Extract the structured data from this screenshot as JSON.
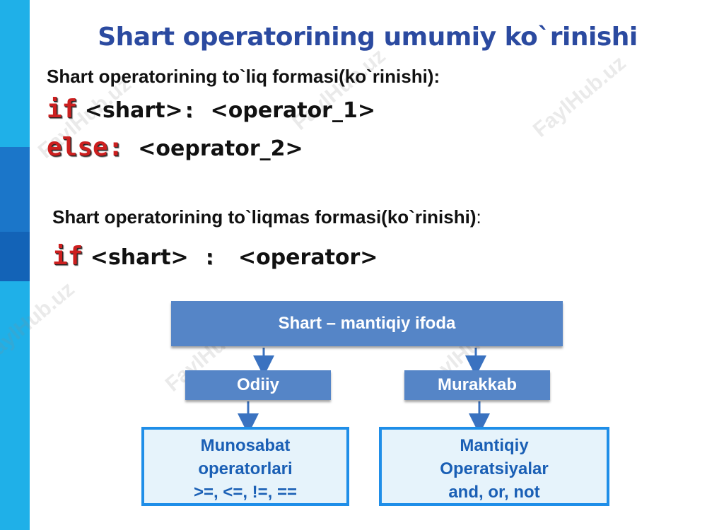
{
  "title": "Shart operatorining umumiy ko`rinishi",
  "full_form": {
    "heading": "Shart operatorining to`liq formasi(ko`rinishi):",
    "line1": {
      "keyword": "if",
      "condition": " <shart>",
      "colon": ":",
      "operator": "  <operator_1>"
    },
    "line2": {
      "keyword": "else:",
      "operator": "  <oeprator_2>"
    }
  },
  "short_form": {
    "heading": "Shart operatorining to`liqmas formasi(ko`rinishi)",
    "heading_colon": ":",
    "line1": {
      "keyword": "if",
      "condition": " <shart>  ",
      "colon": ":",
      "operator": "   <operator>"
    }
  },
  "diagram": {
    "root": "Shart – mantiqiy ifoda",
    "left": {
      "label": "Odiiy",
      "detail": [
        "Munosabat",
        "operatorlari",
        ">=, <=, !=, =="
      ]
    },
    "right": {
      "label": "Murakkab",
      "detail": [
        "Mantiqiy",
        "Operatsiyalar",
        "and, or, not"
      ]
    }
  },
  "watermark": "FaylHub.uz",
  "colors": {
    "title": "#2b4aa0",
    "keyword": "#cc1f1f",
    "box_fill": "#5585c7",
    "outbox_border": "#1f8ee8",
    "outbox_text": "#1a5fb5",
    "left_band": "#1fb0e8"
  }
}
